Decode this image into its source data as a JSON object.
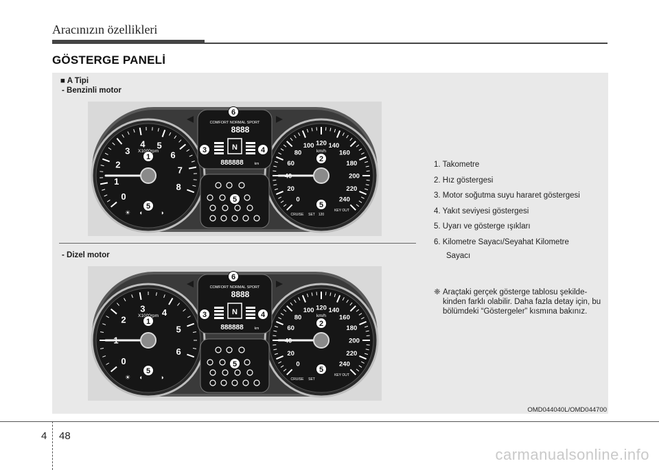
{
  "header": {
    "running_title": "Aracınızın özellikleri",
    "section_title": "GÖSTERGE PANELİ"
  },
  "figure": {
    "type_label": "■ A Tipi",
    "petrol_label": "- Benzinli motor",
    "diesel_label": "- Dizel motor",
    "code": "OMD044040L/OMD044700",
    "clusters": [
      {
        "tach_unit": "X1000rpm",
        "tach_ticks": [
          "0",
          "1",
          "2",
          "3",
          "4",
          "5",
          "6",
          "7",
          "8"
        ],
        "speed_unit": "km/h",
        "speed_ticks": [
          "0",
          "20",
          "40",
          "60",
          "80",
          "100",
          "120",
          "140",
          "160",
          "180",
          "200",
          "220",
          "240"
        ],
        "mode_text": "COMFORT NORMAL SPORT",
        "digits": "8888",
        "odometer": "888888",
        "odo_unit": "km",
        "cruise": "CRUISE",
        "set": "SET",
        "key_out": "KEY OUT",
        "speed_limit": "120"
      },
      {
        "tach_unit": "X1000rpm",
        "tach_ticks": [
          "0",
          "1",
          "2",
          "3",
          "4",
          "5",
          "6"
        ],
        "speed_unit": "km/h",
        "speed_ticks": [
          "0",
          "20",
          "40",
          "60",
          "80",
          "100",
          "120",
          "140",
          "160",
          "180",
          "200",
          "220",
          "240"
        ],
        "mode_text": "COMFORT NORMAL SPORT",
        "digits": "8888",
        "odometer": "888888",
        "odo_unit": "km",
        "cruise": "CRUISE",
        "set": "SET",
        "key_out": "KEY OUT",
        "speed_limit": ""
      }
    ],
    "callouts": {
      "tachometer": "1",
      "speedometer": "2",
      "temp_gauge": "3",
      "fuel_gauge": "4",
      "warning_lights": "5",
      "odometer": "6"
    }
  },
  "legend": [
    "1. Takometre",
    "2. Hız göstergesi",
    "3. Motor soğutma suyu hararet göstergesi",
    "4. Yakıt seviyesi göstergesi",
    "5. Uyarı ve gösterge ışıkları",
    "6. Kilometre Sayacı/Seyahat Kilometre",
    "Sayacı"
  ],
  "note": {
    "symbol": "❈",
    "text": "Araçtaki gerçek gösterge tablosu şekilde-kinden farklı olabilir. Daha fazla detay için, bu bölümdeki “Göstergeler” kısmına bakınız."
  },
  "footer": {
    "chapter": "4",
    "page": "48",
    "watermark": "carmanualsonline.info"
  },
  "colors": {
    "panel_bg": "#e9e9e9",
    "cluster_bg": "#d9d9d9",
    "gauge_face": "#1c1c1c",
    "rule": "#444444"
  }
}
